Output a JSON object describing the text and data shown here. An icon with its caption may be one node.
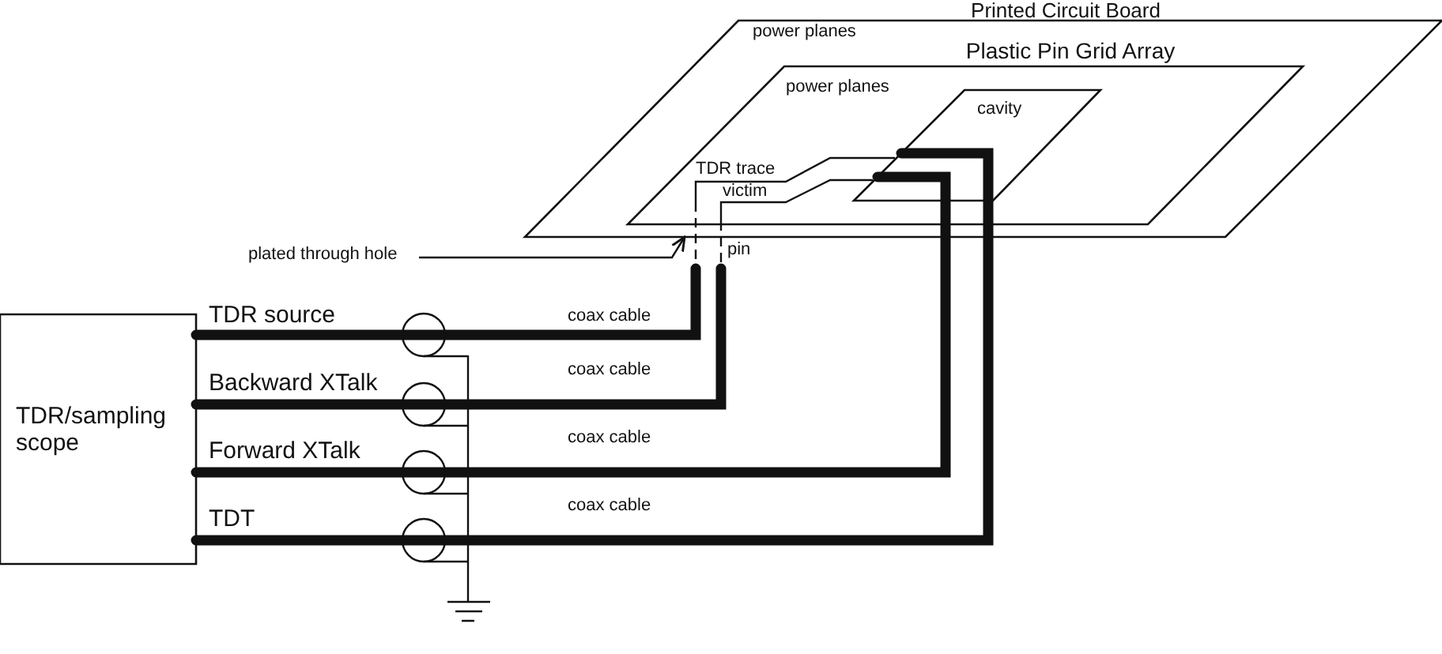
{
  "diagram": {
    "nodes": [
      {
        "text": [
          "TDR/sampling scope"
        ]
      },
      {
        "text": [
          "Printed Circuit Board",
          "power planes"
        ]
      },
      {
        "text": [
          "Plastic Pin Grid Array",
          "power planes"
        ],
        "in": 1
      },
      {
        "text": [
          "cavity"
        ],
        "in": 2
      },
      {
        "text": [
          "plated through hole"
        ]
      },
      {
        "text": [],
        "shape": "bar"
      },
      {
        "text": [],
        "shape": "bar",
        "beside": [
          "pin"
        ]
      }
    ],
    "edges": [
      {
        "from": 0,
        "to": 5,
        "arrow": "none",
        "label": "coax cable"
      },
      {
        "from": 0,
        "to": 6,
        "arrow": "none",
        "label": "coax cable"
      },
      {
        "from": 0,
        "to": 3,
        "arrow": "none",
        "label": "coax cable"
      },
      {
        "from": 0,
        "to": 3,
        "arrow": "none",
        "label": "coax cable"
      },
      {
        "from": 4,
        "to": 1,
        "arrow": "to"
      },
      {
        "from": 5,
        "to": 3,
        "arrow": "none"
      },
      {
        "from": 6,
        "to": 3,
        "arrow": "none"
      }
    ],
    "labels": [
      "TDR trace",
      "victim",
      "TDR source",
      "Backward XTalk",
      "Forward XTalk",
      "TDT"
    ]
  }
}
